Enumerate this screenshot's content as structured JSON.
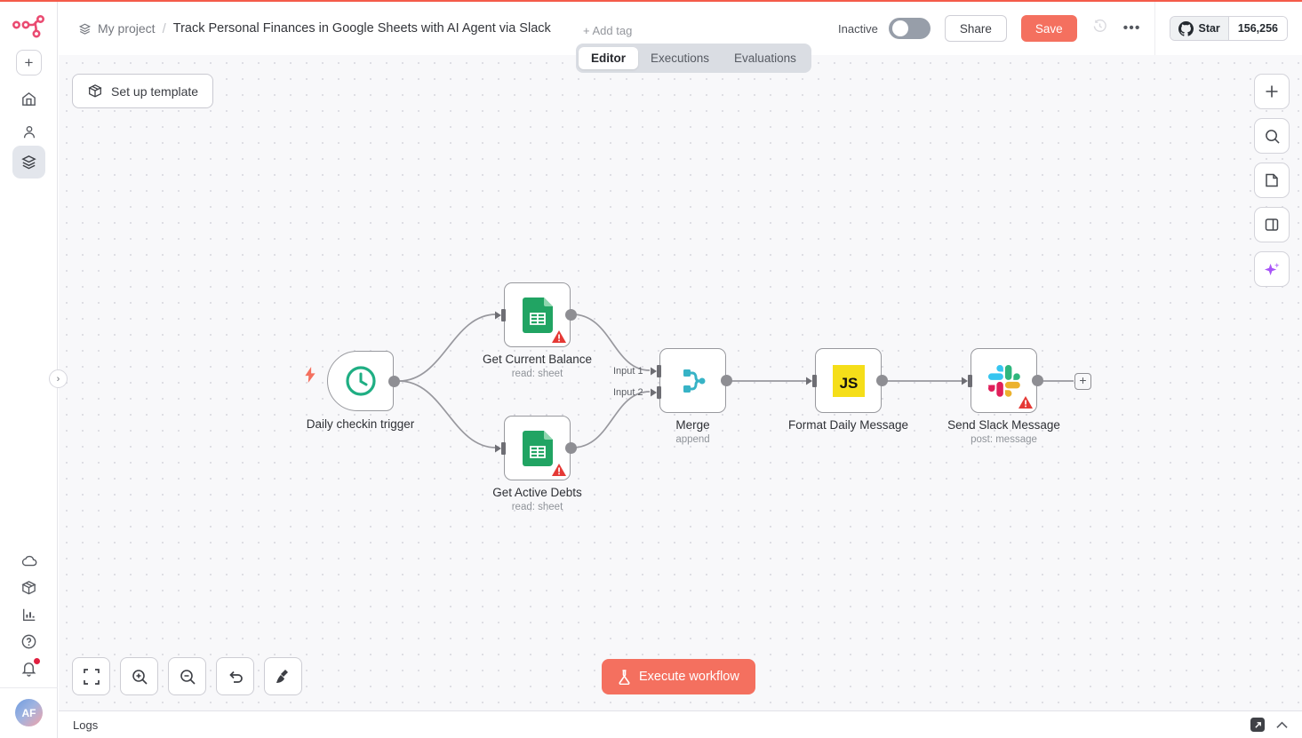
{
  "colors": {
    "accent": "#f4705f",
    "brand_pink": "#ea4b71",
    "sheets_green": "#21a463",
    "merge_teal": "#37b3c6",
    "js_yellow": "#f5de19",
    "error_red": "#e53935"
  },
  "header": {
    "breadcrumb_project": "My project",
    "breadcrumb_separator": "/",
    "workflow_title": "Track Personal Finances in Google Sheets with AI Agent via Slack",
    "add_tag_label": "+ Add tag",
    "status_label": "Inactive",
    "share_label": "Share",
    "save_label": "Save",
    "github_star_label": "Star",
    "github_star_count": "156,256"
  },
  "tabs": [
    {
      "label": "Editor",
      "active": true
    },
    {
      "label": "Executions",
      "active": false
    },
    {
      "label": "Evaluations",
      "active": false
    }
  ],
  "sidebar": {
    "avatar_initials": "AF"
  },
  "canvas": {
    "setup_template_label": "Set up template",
    "execute_button_label": "Execute workflow",
    "nodes": [
      {
        "name": "Daily checkin trigger",
        "subtitle": "",
        "type": "schedule-trigger"
      },
      {
        "name": "Get Current Balance",
        "subtitle": "read: sheet",
        "type": "google-sheets",
        "error": true
      },
      {
        "name": "Get Active Debts",
        "subtitle": "read: sheet",
        "type": "google-sheets",
        "error": true
      },
      {
        "name": "Merge",
        "subtitle": "append",
        "type": "merge",
        "inputs": [
          "Input 1",
          "Input 2"
        ]
      },
      {
        "name": "Format Daily Message",
        "subtitle": "",
        "type": "code"
      },
      {
        "name": "Send Slack Message",
        "subtitle": "post: message",
        "type": "slack",
        "error": true
      }
    ]
  },
  "logs": {
    "label": "Logs"
  }
}
